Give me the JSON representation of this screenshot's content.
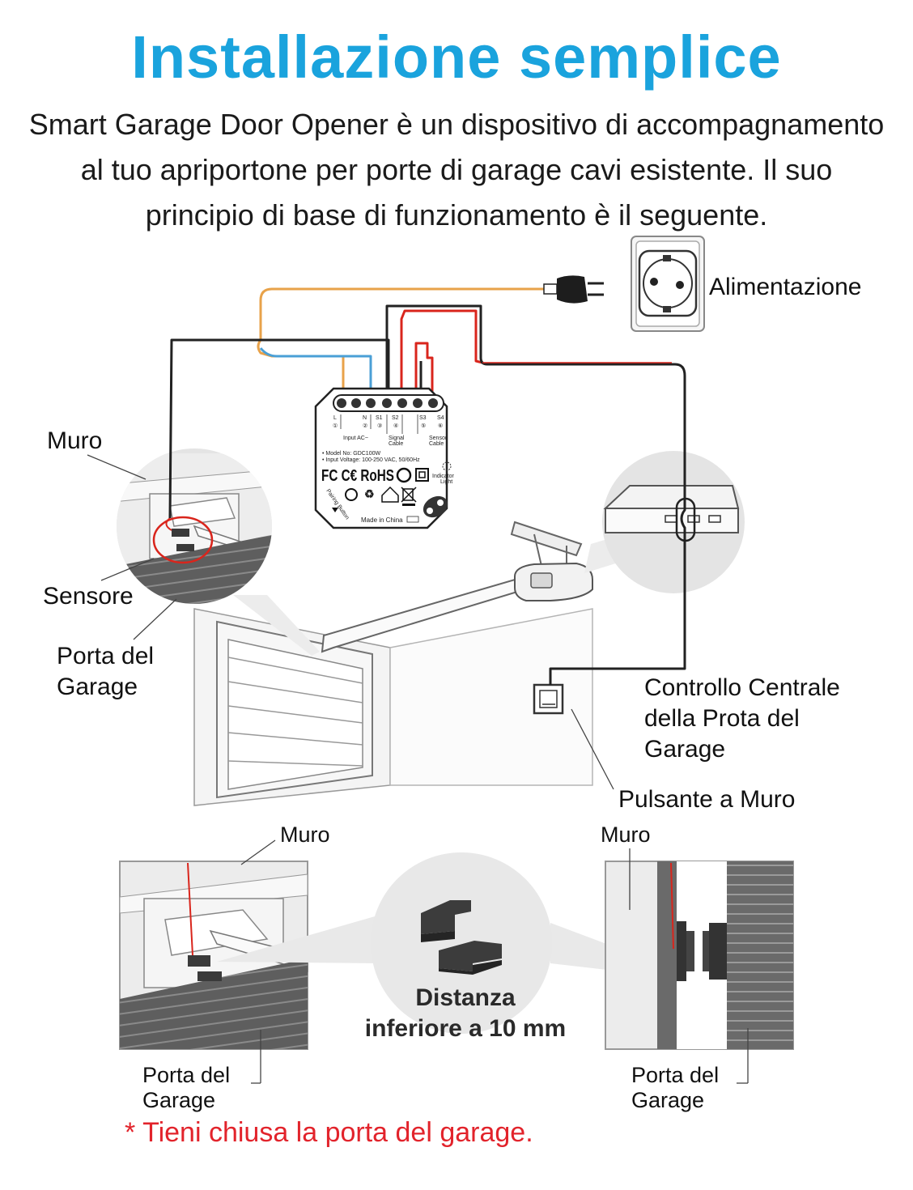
{
  "colors": {
    "title": "#1aa3dd",
    "note": "#e2232b",
    "wire_orange": "#e8a24a",
    "wire_blue": "#4a9fd6",
    "wire_red": "#d9251c",
    "wire_black": "#222222"
  },
  "header": {
    "title": "Installazione semplice",
    "intro_lines": [
      "Smart Garage Door Opener è un dispositivo di accompagnamento",
      "al tuo apriportone per porte di garage cavi esistente. Il suo",
      "principio di base di funzionamento è il seguente."
    ]
  },
  "labels": {
    "power": "Alimentazione",
    "wall_top": "Muro",
    "sensor": "Sensore",
    "door_top": [
      "Porta del",
      "Garage"
    ],
    "control": [
      "Controllo Centrale",
      "della Prota del",
      "Garage"
    ],
    "wall_button": "Pulsante a Muro",
    "wall_bottom_left": "Muro",
    "wall_bottom_right": "Muro",
    "door_bottom_left": [
      "Porta del",
      "Garage"
    ],
    "door_bottom_right": [
      "Porta del",
      "Garage"
    ],
    "distance": [
      "Distanza",
      "inferiore a 10 mm"
    ]
  },
  "device": {
    "terminals": [
      "L",
      "N",
      "S1",
      "S2",
      "S3",
      "S4"
    ],
    "terminal_numbers": [
      "①",
      "②",
      "③",
      "④",
      "⑤",
      "⑥"
    ],
    "input_label": "Input AC~",
    "signal_label": [
      "Signal",
      "Cable"
    ],
    "sensor_label": [
      "Sensor",
      "Cable"
    ],
    "model": "• Model No: GDC100W",
    "voltage": "• Input Voltage: 100-250 VAC, 50/60Hz",
    "certifications": "FC C€ RoHS",
    "indicator": [
      "Indicator",
      "Light"
    ],
    "pairing": "Pairing Button",
    "made_in": "Made in China"
  },
  "footer": {
    "note": "* Tieni chiusa la porta del garage."
  }
}
